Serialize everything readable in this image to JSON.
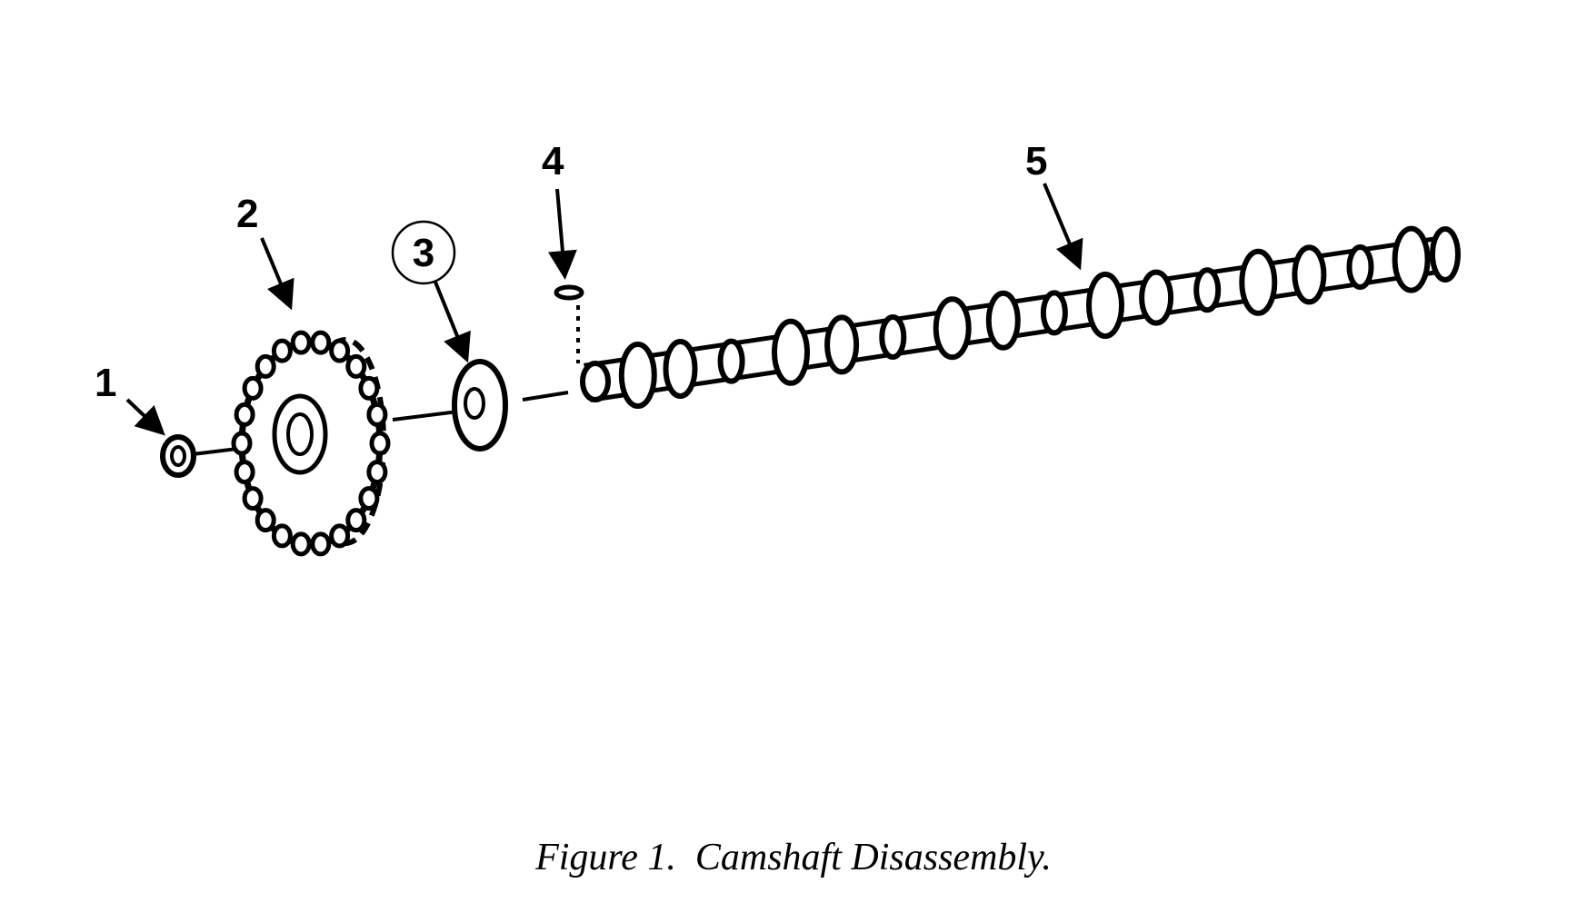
{
  "callouts": {
    "item1": "1",
    "item2": "2",
    "item3": "3",
    "item4": "4",
    "item5": "5"
  },
  "caption": "Figure 1.  Camshaft Disassembly."
}
